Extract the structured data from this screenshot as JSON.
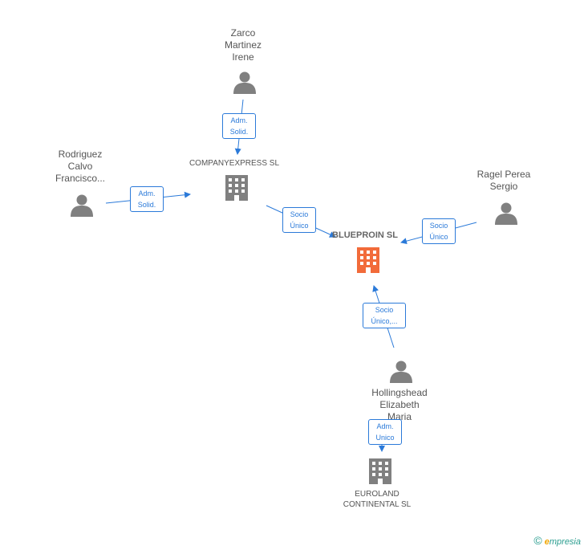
{
  "nodes": {
    "zarco": {
      "label": "Zarco\nMartinez\nIrene",
      "icon": "person-icon"
    },
    "rodriguez": {
      "label": "Rodriguez\nCalvo\nFrancisco...",
      "icon": "person-icon"
    },
    "ragel": {
      "label": "Ragel Perea\nSergio",
      "icon": "person-icon"
    },
    "hollingshead": {
      "label": "Hollingshead\nElizabeth\nMaria",
      "icon": "person-icon"
    },
    "companyexpress": {
      "label": "COMPANYEXPRESS SL",
      "icon": "building-icon"
    },
    "blueproin": {
      "label": "BLUEPROIN SL",
      "icon": "building-icon"
    },
    "euroland": {
      "label": "EUROLAND\nCONTINENTAL SL",
      "icon": "building-icon"
    }
  },
  "edges": {
    "zarco_companyexpress": "Adm.\nSolid.",
    "rodriguez_companyexpress": "Adm.\nSolid.",
    "companyexpress_blueproin": "Socio\nÚnico",
    "ragel_blueproin": "Socio\nÚnico",
    "hollingshead_blueproin": "Socio\nÚnico,...",
    "hollingshead_euroland": "Adm.\nUnico"
  },
  "colors": {
    "person": "#808080",
    "company": "#808080",
    "main_company": "#f26b3a",
    "edge": "#2b7ad9"
  },
  "footer": {
    "copyright": "©",
    "brand_e": "e",
    "brand_rest": "mpresia"
  }
}
